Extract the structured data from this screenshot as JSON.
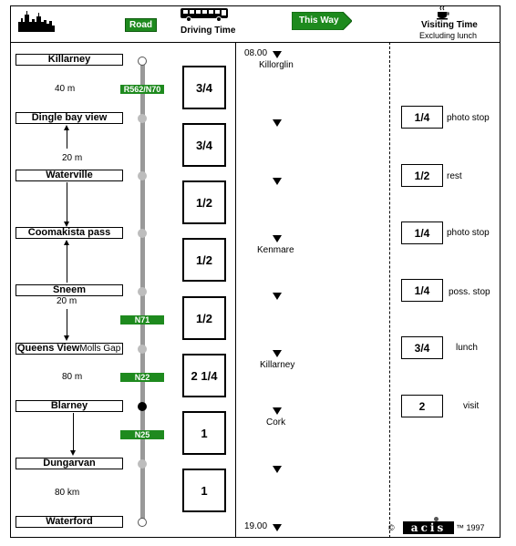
{
  "header": {
    "road": "Road",
    "driving_time": "Driving Time",
    "this_way": "This Way",
    "visiting_time": "Visiting Time",
    "visiting_sub": "Excluding lunch"
  },
  "places": [
    {
      "name": "Killarney",
      "sub": ""
    },
    {
      "name": "Dingle bay view",
      "sub": ""
    },
    {
      "name": "Waterville",
      "sub": ""
    },
    {
      "name": "Coomakista pass",
      "sub": ""
    },
    {
      "name": "Sneem",
      "sub": ""
    },
    {
      "name": "Queens View",
      "sub": "Molls Gap"
    },
    {
      "name": "Blarney",
      "sub": ""
    },
    {
      "name": "Dungarvan",
      "sub": ""
    },
    {
      "name": "Waterford",
      "sub": ""
    }
  ],
  "distances": [
    "40 m",
    "20 m",
    "20 m",
    "80 m",
    "80 km"
  ],
  "road_numbers": [
    "R562/N70",
    "N71",
    "N22",
    "N25"
  ],
  "driving_times": [
    "3/4",
    "3/4",
    "1/2",
    "1/2",
    "1/2",
    "2 1/4",
    "1",
    "1"
  ],
  "timeline": {
    "start": "08.00",
    "end": "19.00",
    "towns": [
      "Killorglin",
      "Kenmare",
      "Killarney",
      "Cork"
    ]
  },
  "visits": [
    {
      "time": "1/4",
      "label": "photo stop"
    },
    {
      "time": "1/2",
      "label": "rest"
    },
    {
      "time": "1/4",
      "label": "photo stop"
    },
    {
      "time": "1/4",
      "label": "poss. stop"
    },
    {
      "time": "3/4",
      "label": "lunch"
    },
    {
      "time": "2",
      "label": "visit"
    }
  ],
  "footer": {
    "copyright": "©",
    "logo": "acis",
    "year": "™ 1997"
  }
}
